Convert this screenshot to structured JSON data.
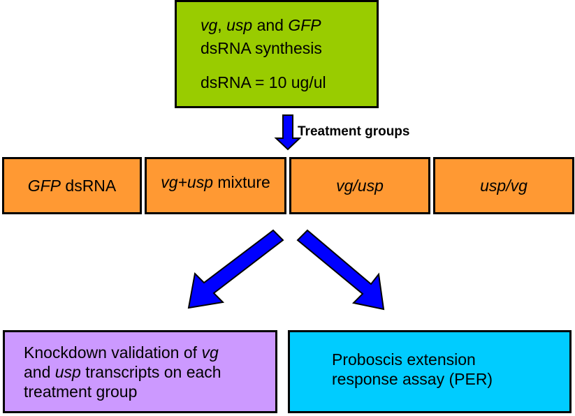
{
  "synthesis": {
    "gene1": "vg",
    "sep1": ",",
    "gene2": "usp",
    "and": "and",
    "gene3": "GFP",
    "line2": "dsRNA synthesis",
    "line3": "dsRNA = 10 ug/ul"
  },
  "treatment_label": "Treatment groups",
  "groups": {
    "g1": {
      "italic": "GFP",
      "rest": "dsRNA"
    },
    "g2": {
      "italic": "vg+usp",
      "rest": "mixture"
    },
    "g3": {
      "italic": "vg/usp"
    },
    "g4": {
      "italic": "usp/vg"
    }
  },
  "knockdown": {
    "l1_text": "Knockdown validation of",
    "l1_italic": "vg",
    "l2_text1": "and",
    "l2_italic": "usp",
    "l2_text2": "transcripts on each",
    "l3_text": "treatment group"
  },
  "per": {
    "line1": "Proboscis extension",
    "line2": "response assay (PER)"
  },
  "colors": {
    "synthesis_fill": "#99cc00",
    "group_fill": "#ff9933",
    "knockdown_fill": "#cc99ff",
    "per_fill": "#00ccff",
    "arrow_fill": "#0000ff"
  }
}
